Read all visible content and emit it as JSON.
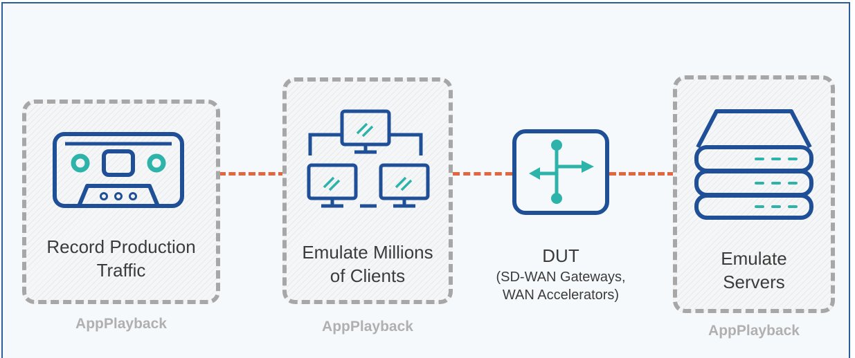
{
  "nodes": {
    "record": {
      "label_lines": [
        "Record Production",
        "Traffic"
      ],
      "tool": "AppPlayback"
    },
    "clients": {
      "label_lines": [
        "Emulate Millions",
        "of Clients"
      ],
      "tool": "AppPlayback"
    },
    "dut": {
      "title": "DUT",
      "detail_lines": [
        "(SD-WAN Gateways,",
        "WAN Accelerators)"
      ]
    },
    "servers": {
      "label_lines": [
        "Emulate",
        "Servers"
      ],
      "tool": "AppPlayback"
    }
  },
  "icons": {
    "record": "cassette-tape-icon",
    "clients": "client-network-icon",
    "dut": "router-arrows-icon",
    "servers": "server-stack-icon"
  },
  "colors": {
    "frame": "#2a5d9c",
    "icon_outline": "#1f4f96",
    "icon_accent": "#2db3a9",
    "connector": "#e0673f",
    "box_border": "#a7a7a7",
    "tool_label": "#b0b0b0"
  }
}
